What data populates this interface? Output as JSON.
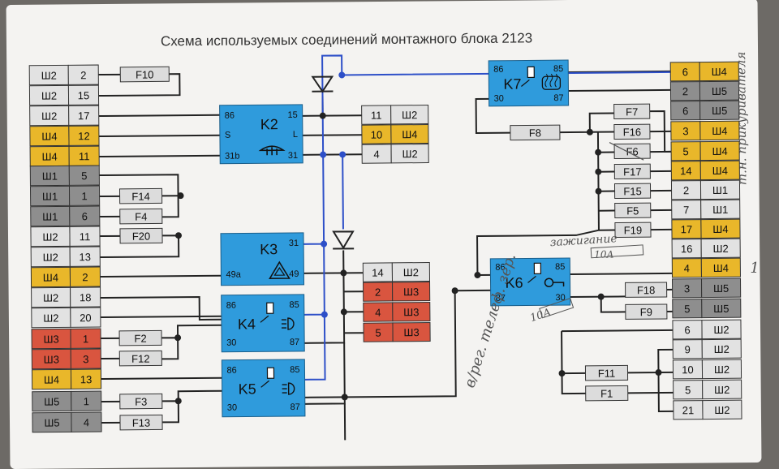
{
  "title": "Схема используемых соединений монтажного блока 2123",
  "colors": {
    "gray_light": "#e2e2e2",
    "gray_dark": "#8e8e8e",
    "yellow": "#e9b72a",
    "red": "#d9553f",
    "blue": "#2f9bdc",
    "wire": "#222222",
    "wire_blue": "#2d4fc8"
  },
  "left_connectors": [
    {
      "connector": "Ш2",
      "pin": "2",
      "color": "gray_light"
    },
    {
      "connector": "Ш2",
      "pin": "15",
      "color": "gray_light"
    },
    {
      "connector": "Ш2",
      "pin": "17",
      "color": "gray_light"
    },
    {
      "connector": "Ш4",
      "pin": "12",
      "color": "yellow"
    },
    {
      "connector": "Ш4",
      "pin": "11",
      "color": "yellow"
    },
    {
      "connector": "Ш1",
      "pin": "5",
      "color": "gray_dark"
    },
    {
      "connector": "Ш1",
      "pin": "1",
      "color": "gray_dark"
    },
    {
      "connector": "Ш1",
      "pin": "6",
      "color": "gray_dark"
    },
    {
      "connector": "Ш2",
      "pin": "11",
      "color": "gray_light"
    },
    {
      "connector": "Ш2",
      "pin": "13",
      "color": "gray_light"
    },
    {
      "connector": "Ш4",
      "pin": "2",
      "color": "yellow"
    },
    {
      "connector": "Ш2",
      "pin": "18",
      "color": "gray_light"
    },
    {
      "connector": "Ш2",
      "pin": "20",
      "color": "gray_light"
    },
    {
      "connector": "Ш3",
      "pin": "1",
      "color": "red"
    },
    {
      "connector": "Ш3",
      "pin": "3",
      "color": "red"
    },
    {
      "connector": "Ш4",
      "pin": "13",
      "color": "yellow"
    },
    {
      "connector": "Ш5",
      "pin": "1",
      "color": "gray_dark"
    },
    {
      "connector": "Ш5",
      "pin": "4",
      "color": "gray_dark"
    }
  ],
  "middle_connectors_top": [
    {
      "pin": "11",
      "connector": "Ш2",
      "color": "gray_light"
    },
    {
      "pin": "10",
      "connector": "Ш4",
      "color": "yellow"
    },
    {
      "pin": "4",
      "connector": "Ш2",
      "color": "gray_light"
    }
  ],
  "middle_connectors_bottom": [
    {
      "pin": "14",
      "connector": "Ш2",
      "color": "gray_light"
    },
    {
      "pin": "2",
      "connector": "Ш3",
      "color": "red"
    },
    {
      "pin": "4",
      "connector": "Ш3",
      "color": "red"
    },
    {
      "pin": "5",
      "connector": "Ш3",
      "color": "red"
    }
  ],
  "right_connectors": [
    {
      "pin": "6",
      "connector": "Ш4",
      "color": "yellow"
    },
    {
      "pin": "2",
      "connector": "Ш5",
      "color": "gray_dark"
    },
    {
      "pin": "6",
      "connector": "Ш5",
      "color": "gray_dark"
    },
    {
      "pin": "3",
      "connector": "Ш4",
      "color": "yellow"
    },
    {
      "pin": "5",
      "connector": "Ш4",
      "color": "yellow"
    },
    {
      "pin": "14",
      "connector": "Ш4",
      "color": "yellow"
    },
    {
      "pin": "2",
      "connector": "Ш1",
      "color": "gray_light"
    },
    {
      "pin": "7",
      "connector": "Ш1",
      "color": "gray_light"
    },
    {
      "pin": "17",
      "connector": "Ш4",
      "color": "yellow"
    },
    {
      "pin": "16",
      "connector": "Ш2",
      "color": "gray_light"
    },
    {
      "pin": "4",
      "connector": "Ш4",
      "color": "yellow"
    },
    {
      "pin": "3",
      "connector": "Ш5",
      "color": "gray_dark"
    },
    {
      "pin": "5",
      "connector": "Ш5",
      "color": "gray_dark"
    },
    {
      "pin": "6",
      "connector": "Ш2",
      "color": "gray_light"
    },
    {
      "pin": "9",
      "connector": "Ш2",
      "color": "gray_light"
    },
    {
      "pin": "10",
      "connector": "Ш2",
      "color": "gray_light"
    },
    {
      "pin": "5",
      "connector": "Ш2",
      "color": "gray_light"
    },
    {
      "pin": "21",
      "connector": "Ш2",
      "color": "gray_light"
    }
  ],
  "fuses": {
    "F10": "F10",
    "F14": "F14",
    "F4": "F4",
    "F20": "F20",
    "F2": "F2",
    "F12": "F12",
    "F3": "F3",
    "F13": "F13",
    "F8": "F8",
    "F7": "F7",
    "F16": "F16",
    "F6": "F6",
    "F17": "F17",
    "F15": "F15",
    "F5": "F5",
    "F19": "F19",
    "F18": "F18",
    "F9": "F9",
    "F11": "F11",
    "F1": "F1"
  },
  "relays": {
    "K2": {
      "name": "K2",
      "pins": [
        "86",
        "S",
        "31b",
        "15",
        "L",
        "31"
      ]
    },
    "K3": {
      "name": "K3",
      "pins": [
        "31",
        "49a",
        "49"
      ]
    },
    "K4": {
      "name": "K4",
      "pins": [
        "86",
        "85",
        "30",
        "87"
      ]
    },
    "K5": {
      "name": "K5",
      "pins": [
        "86",
        "85",
        "30",
        "87"
      ]
    },
    "K6": {
      "name": "K6",
      "pins": [
        "86",
        "85",
        "87",
        "30"
      ]
    },
    "K7": {
      "name": "K7",
      "pins": [
        "86",
        "85",
        "30",
        "87"
      ]
    }
  },
  "handwritten": {
    "side_note": "т.н. прикуривателя",
    "ignition": "зажигание",
    "fuse_10a_top": "10А",
    "fuse_10a_bottom": "10А",
    "note_bottom": "в/рег. телеф. зер.",
    "mark": "1"
  }
}
